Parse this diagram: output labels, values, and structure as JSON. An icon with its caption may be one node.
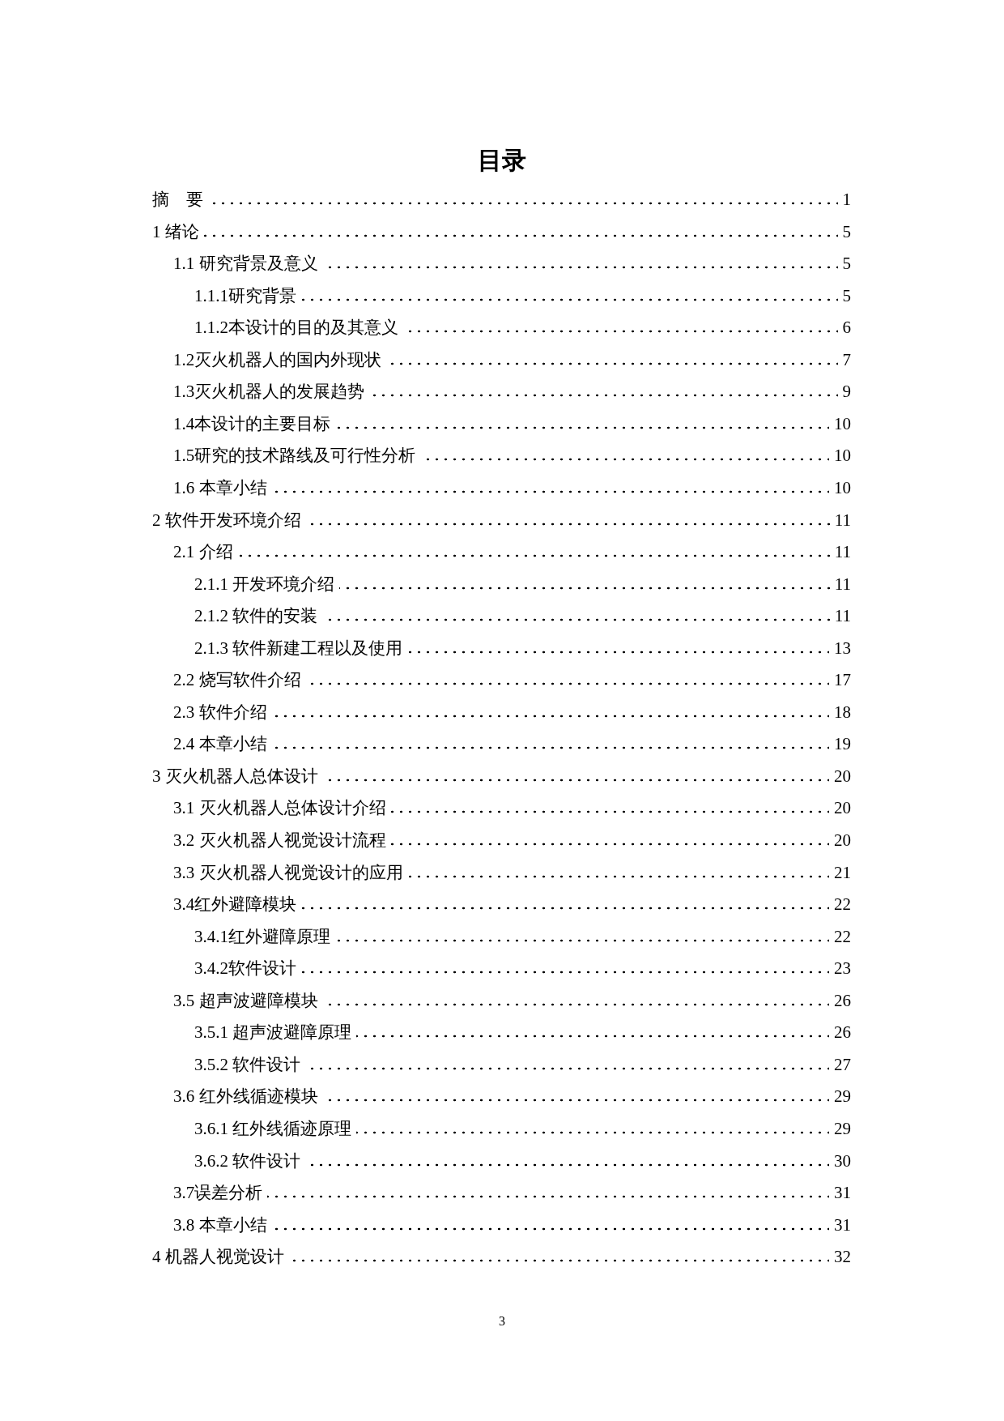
{
  "diagram": {
    "title": "目录",
    "labels": [
      "摘　要",
      "1",
      "1 绪论",
      "5",
      "1.1 研究背景及意义",
      "5",
      "1.1.1研究背景",
      "5",
      "1.1.2本设计的目的及其意义",
      "6",
      "1.2灭火机器人的国内外现状",
      "7",
      "1.3灭火机器人的发展趋势",
      "9",
      "1.4本设计的主要目标",
      "10",
      "1.5研究的技术路线及可行性分析",
      "10",
      "1.6 本章小结",
      "10",
      "2 软件开发环境介绍",
      "11",
      "2.1 介绍",
      "11",
      "2.1.1 开发环境介绍",
      "11",
      "2.1.2 软件的安装",
      "11",
      "2.1.3 软件新建工程以及使用",
      "13",
      "2.2 烧写软件介绍",
      "17",
      "2.3 软件介绍",
      "18",
      "2.4 本章小结",
      "19",
      "3 灭火机器人总体设计",
      "20",
      "3.1 灭火机器人总体设计介绍",
      "20",
      "3.2 灭火机器人视觉设计流程",
      "20",
      "3.3 灭火机器人视觉设计的应用",
      "21",
      "3.4红外避障模块",
      "22",
      "3.4.1红外避障原理",
      "22",
      "3.4.2软件设计",
      "23",
      "3.5 超声波避障模块",
      "26",
      "3.5.1 超声波避障原理",
      "26",
      "3.5.2 软件设计",
      "27",
      "3.6 红外线循迹模块",
      "29",
      "3.6.1 红外线循迹原理",
      "29",
      "3.6.2 软件设计",
      "30",
      "3.7误差分析",
      "31",
      "3.8 本章小结",
      "31",
      "4  机器人视觉设计",
      "32",
      "3"
    ]
  }
}
